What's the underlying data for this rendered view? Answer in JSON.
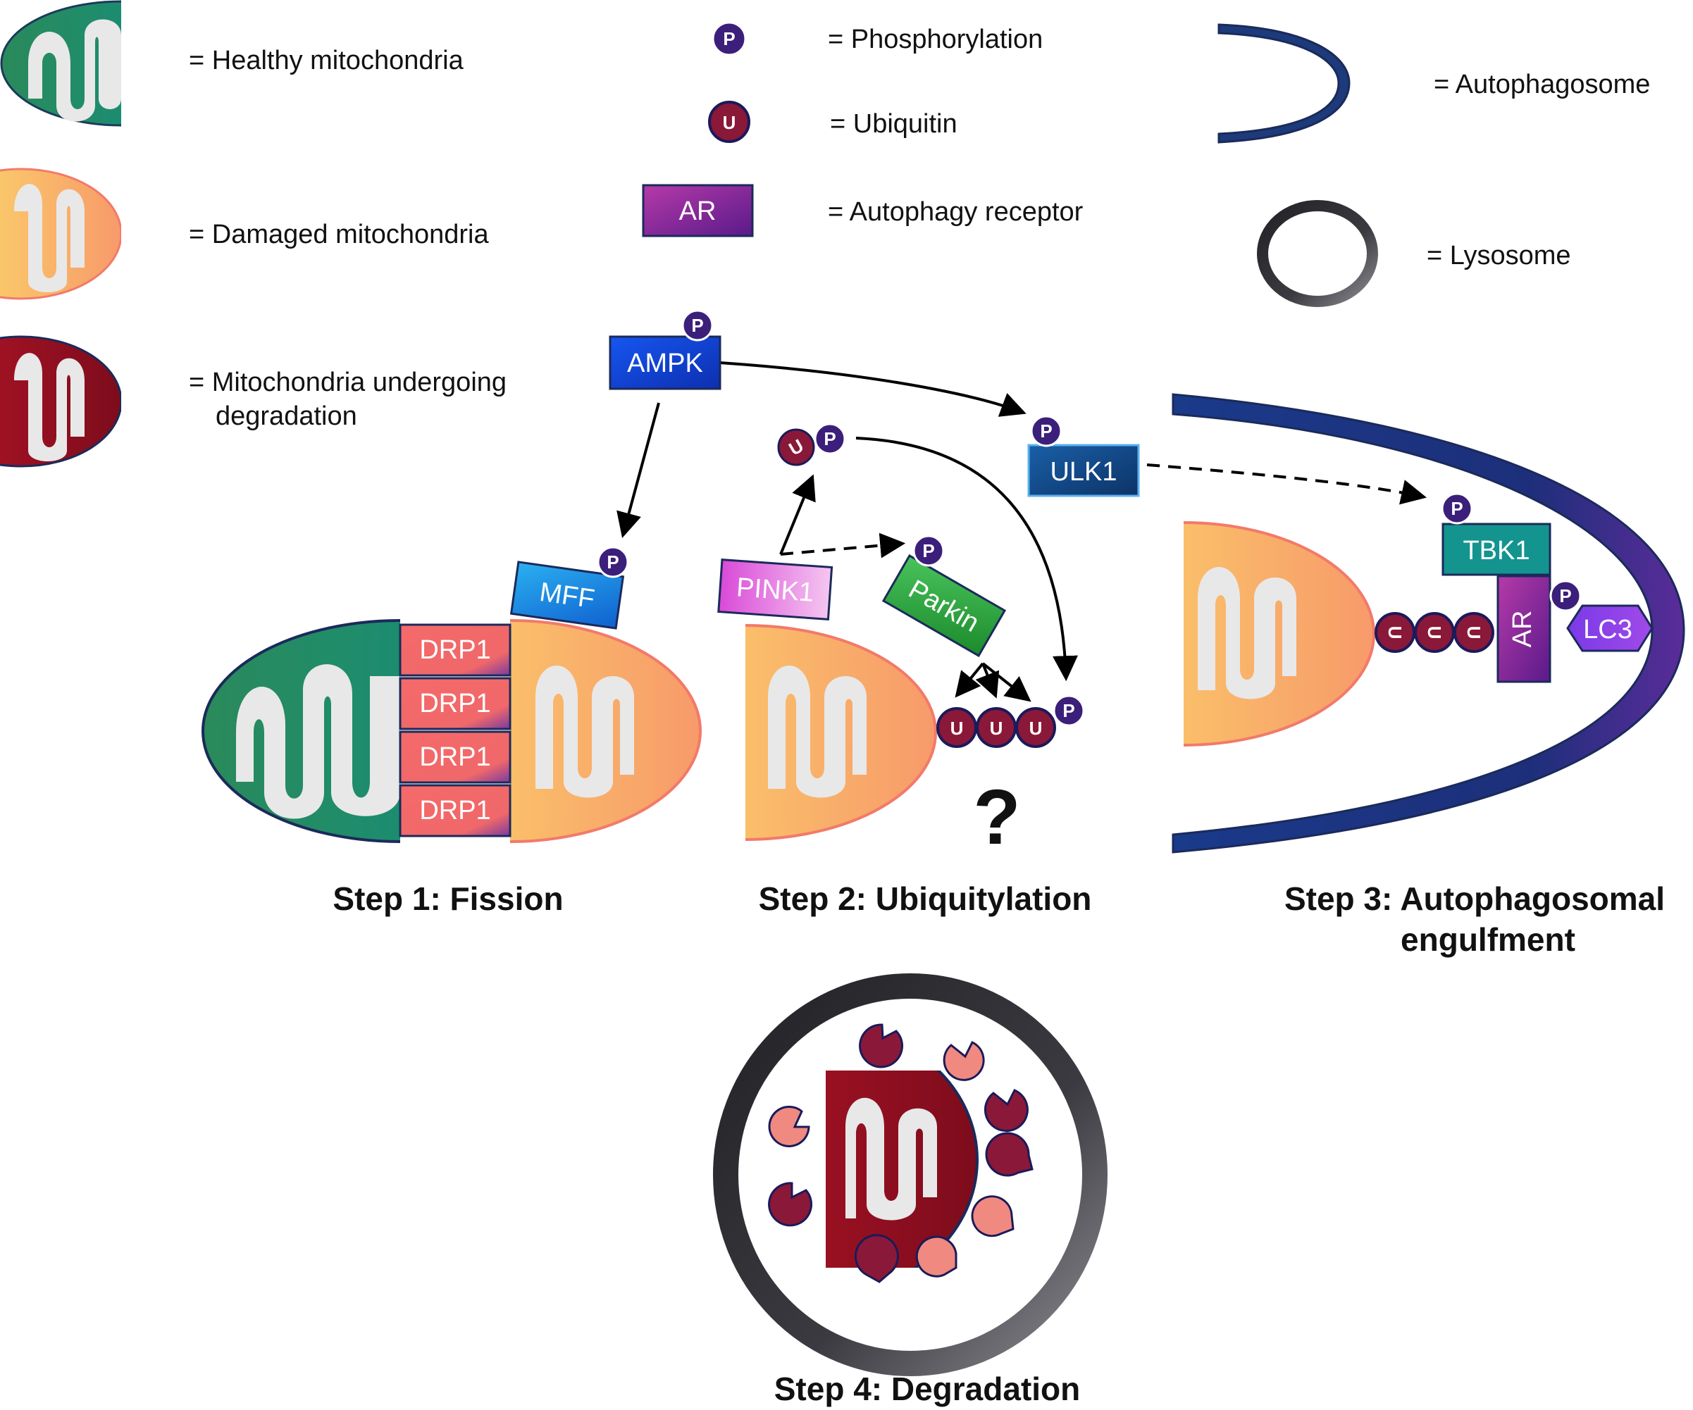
{
  "legend": {
    "healthy": "= Healthy mitochondria",
    "damaged": "= Damaged mitochondria",
    "degrading_line1": "= Mitochondria undergoing",
    "degrading_line2": "degradation",
    "phosphorylation": "= Phosphorylation",
    "ubiquitin": "= Ubiquitin",
    "autophagy_receptor": "= Autophagy receptor",
    "autophagosome": "= Autophagosome",
    "lysosome": "= Lysosome"
  },
  "symbols": {
    "p": "P",
    "u": "U",
    "ar": "AR"
  },
  "proteins": {
    "ampk": "AMPK",
    "mff": "MFF",
    "drp1": "DRP1",
    "pink1": "PINK1",
    "parkin": "Parkin",
    "ulk1": "ULK1",
    "tbk1": "TBK1",
    "lc3": "LC3"
  },
  "question_mark": "?",
  "steps": {
    "step1": "Step 1: Fission",
    "step2": "Step 2: Ubiquitylation",
    "step3_line1": "Step 3: Autophagosomal",
    "step3_line2": "engulfment",
    "step4": "Step 4: Degradation"
  },
  "colors": {
    "healthy": "#0f8f80",
    "damaged": "#fbbf5a",
    "degrading": "#9b1020",
    "phospho": "#3b1f7a",
    "ubiquitin": "#8a1838",
    "ampk": "#1340d8",
    "ulk1": "#114a86",
    "tbk1": "#14948e",
    "autophagosome": "#1d2f7a"
  }
}
